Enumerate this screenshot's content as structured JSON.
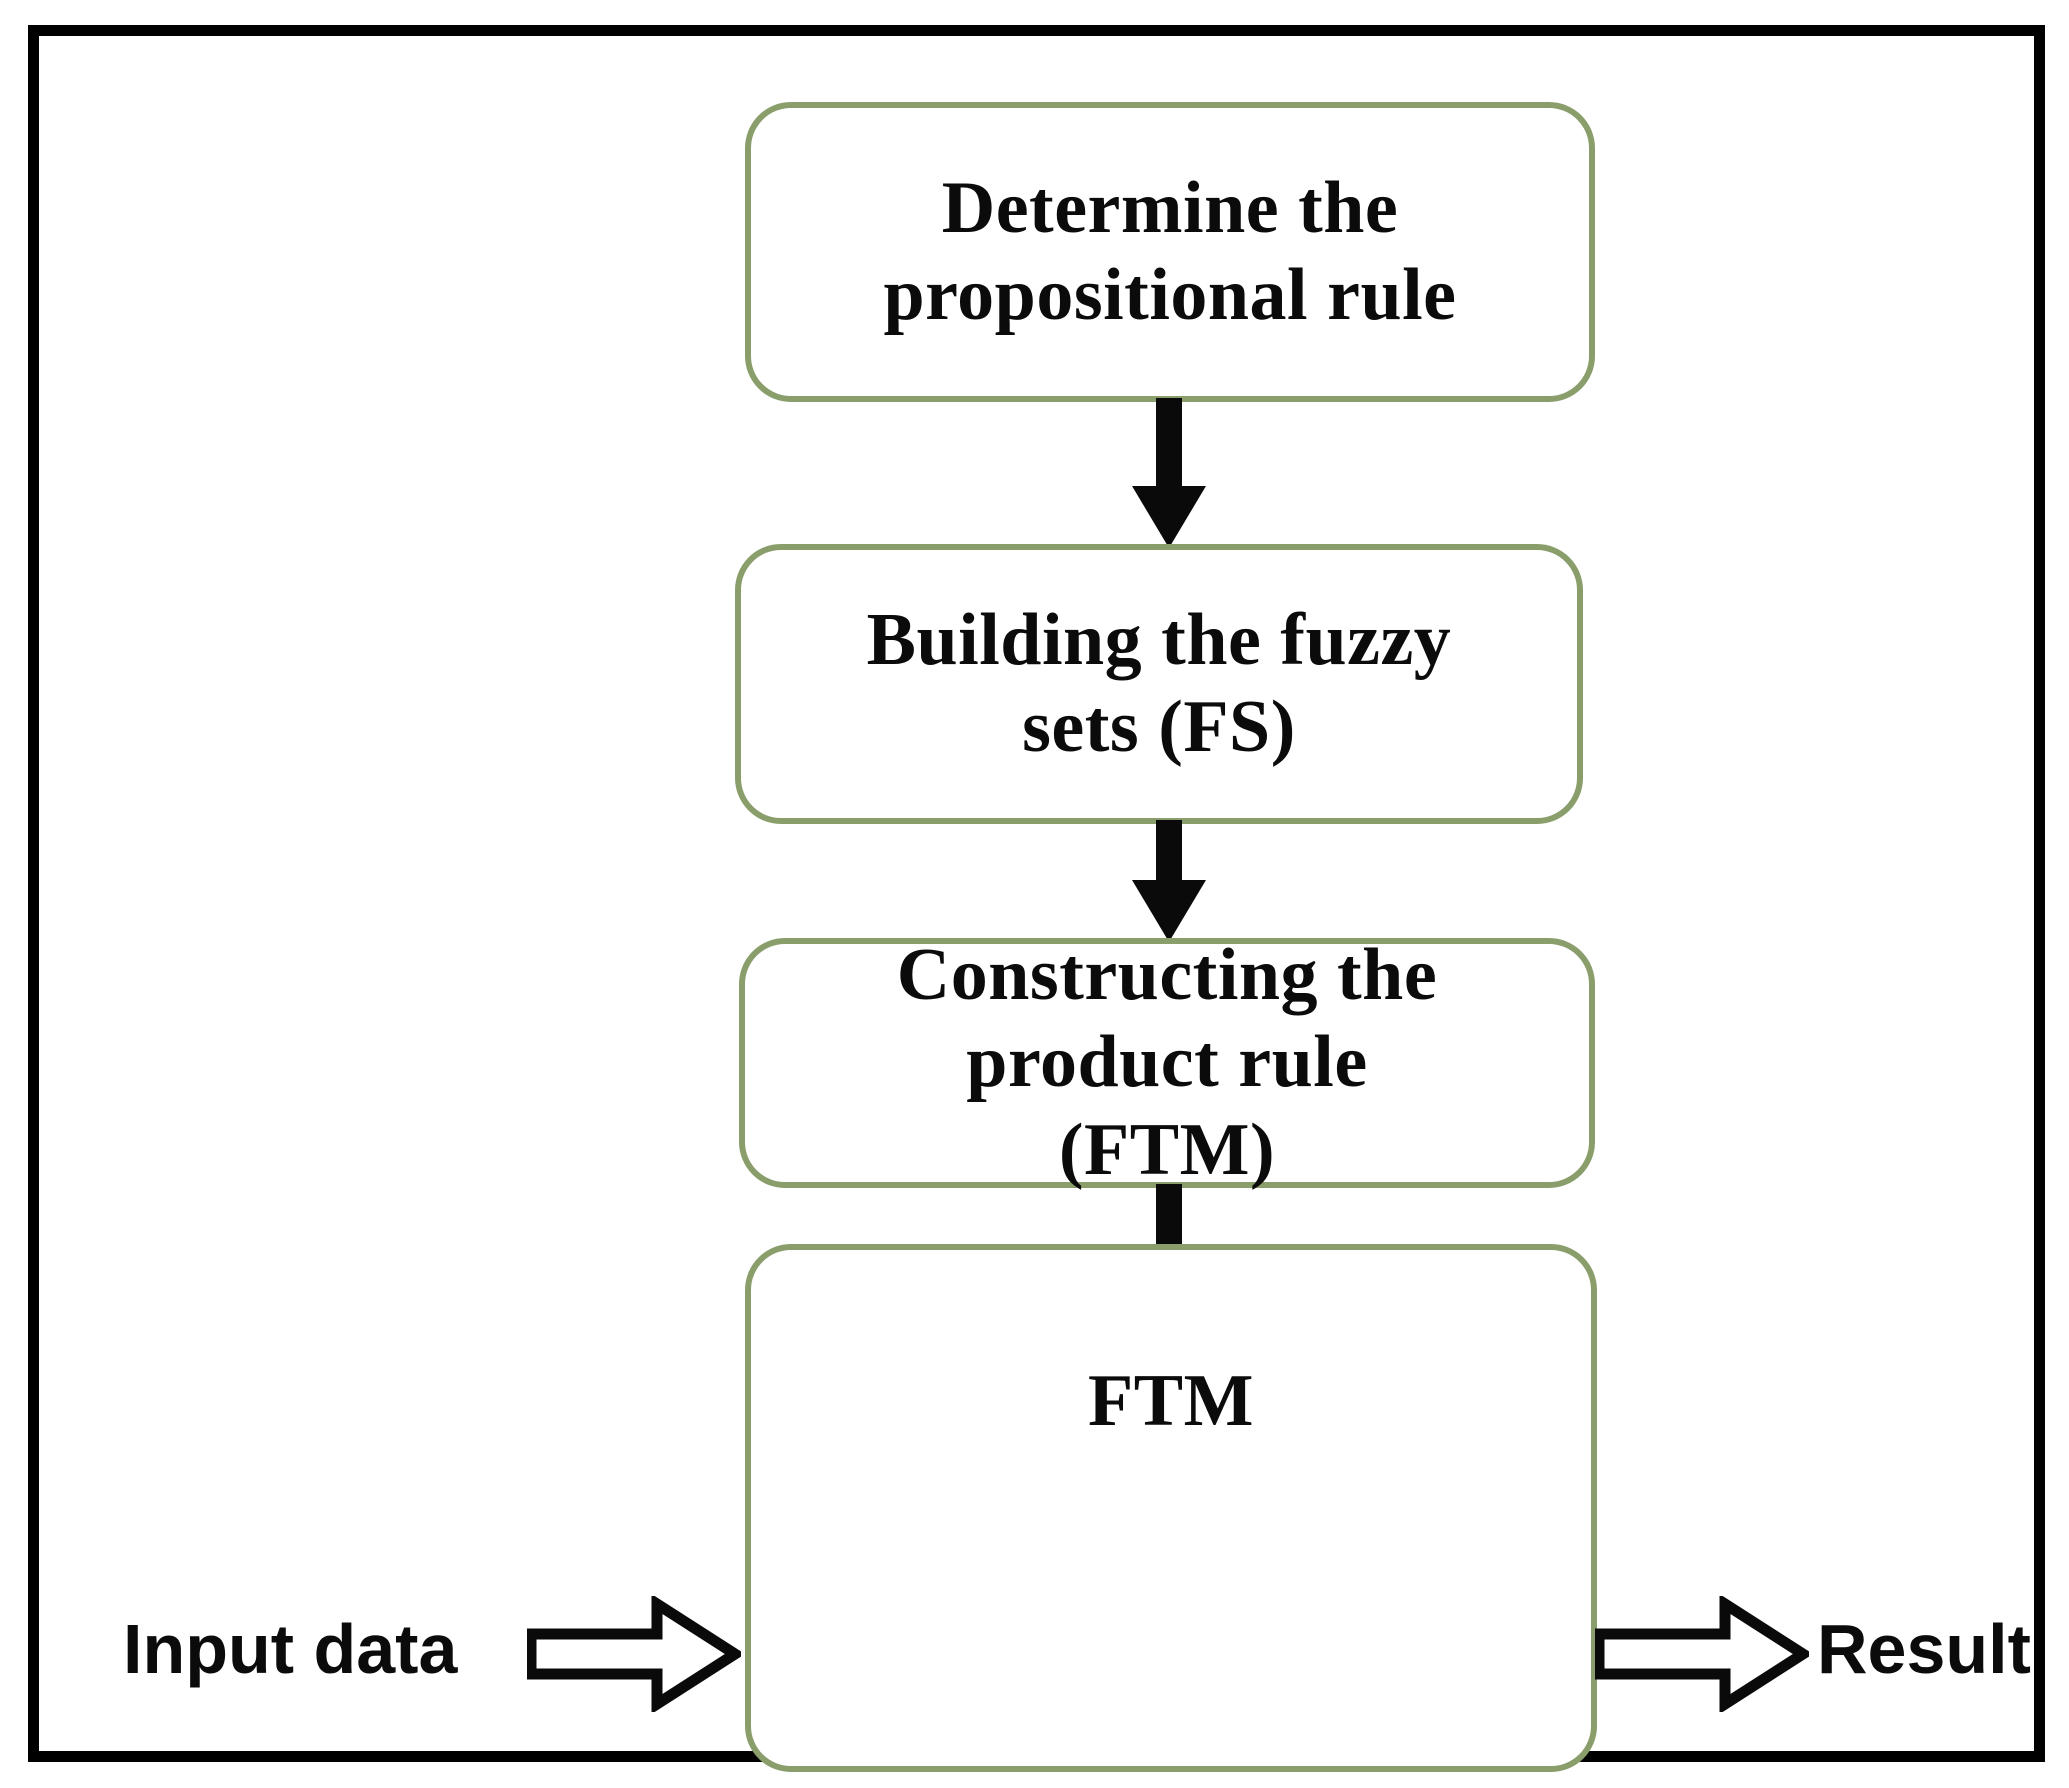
{
  "diagram": {
    "title": "FTM construction flowchart",
    "colors": {
      "box_border": "#8a9e6b",
      "box_fill": "#ffffff",
      "arrow": "#0a0a0a",
      "frame": "#000000",
      "text": "#0b0b0b"
    },
    "nodes": [
      {
        "id": "determine",
        "label": "Determine the\npropositional rule"
      },
      {
        "id": "building",
        "label": "Building the fuzzy\nsets (FS)"
      },
      {
        "id": "constructing",
        "label": "Constructing the\nproduct rule\n(FTM)"
      },
      {
        "id": "ftm",
        "label": "FTM"
      }
    ],
    "connectors": [
      {
        "id": "arrow-1",
        "from": "determine",
        "to": "building",
        "style": "solid-down-arrow"
      },
      {
        "id": "arrow-2",
        "from": "building",
        "to": "constructing",
        "style": "solid-down-arrow"
      },
      {
        "id": "arrow-3",
        "from": "constructing",
        "to": "ftm",
        "style": "solid-down-arrow"
      },
      {
        "id": "arrow-input",
        "from": "input-data",
        "to": "ftm",
        "style": "hollow-block-arrow-right"
      },
      {
        "id": "arrow-output",
        "from": "ftm",
        "to": "result",
        "style": "hollow-block-arrow-right"
      }
    ],
    "io": {
      "input_label": "Input data",
      "output_label": "Result"
    }
  }
}
